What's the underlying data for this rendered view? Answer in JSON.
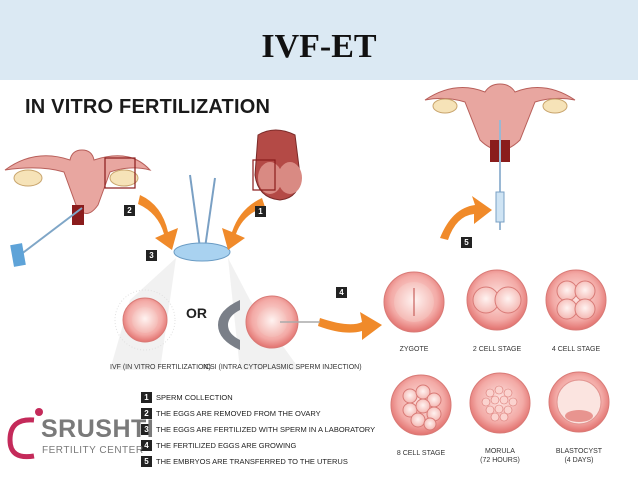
{
  "slide": {
    "title": "IVF-ET"
  },
  "diagram": {
    "title": "IN VITRO FERTILIZATION",
    "step_numbers": [
      "1",
      "2",
      "3",
      "4",
      "5"
    ],
    "or_label": "OR",
    "captions": {
      "ivf": "IVF (IN VITRO FERTILIZATION)",
      "icsi": "ICSI (INTRA CYTOPLASMIC SPERM INJECTION)"
    },
    "stages": [
      {
        "label": "ZYGOTE"
      },
      {
        "label": "2 CELL STAGE"
      },
      {
        "label": "4 CELL STAGE"
      },
      {
        "label": "8 CELL STAGE"
      },
      {
        "label": "MORULA",
        "sub": "(72 HOURS)"
      },
      {
        "label": "BLASTOCYST",
        "sub": "(4 DAYS)"
      }
    ],
    "legend": [
      {
        "num": "1",
        "text": "SPERM COLLECTION"
      },
      {
        "num": "2",
        "text": "THE EGGS ARE REMOVED FROM THE OVARY"
      },
      {
        "num": "3",
        "text": "THE EGGS ARE FERTILIZED WITH SPERM IN A LABORATORY"
      },
      {
        "num": "4",
        "text": "THE FERTILIZED EGGS ARE GROWING"
      },
      {
        "num": "5",
        "text": "THE EMBRYOS ARE TRANSFERRED TO THE UTERUS"
      }
    ]
  },
  "logo": {
    "name": "SRUSHTI",
    "tagline": "FERTILITY CENTER"
  },
  "colors": {
    "band": "#dbe9f3",
    "arrow": "#f08a2a",
    "tissue": "#e8a6a0",
    "dark_tissue": "#8a1c1c",
    "logo_pink": "#c42a5a"
  }
}
